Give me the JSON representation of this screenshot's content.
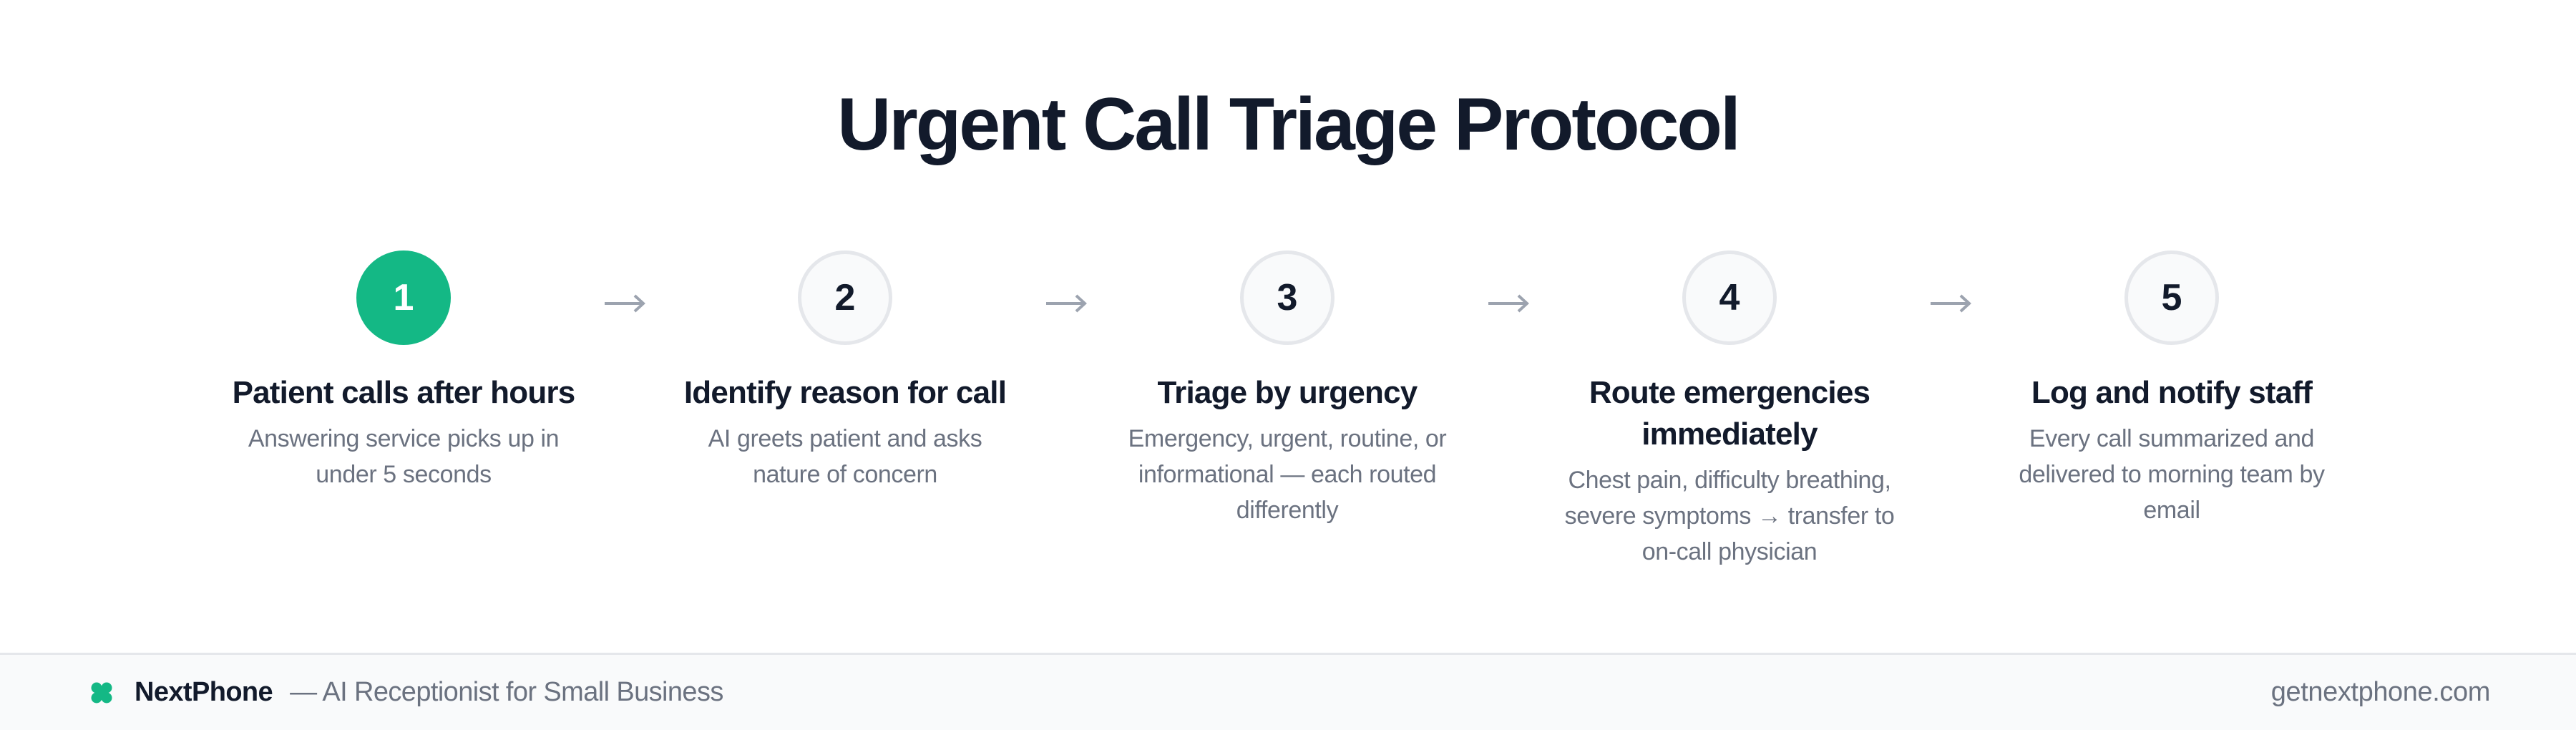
{
  "title": "Urgent Call Triage Protocol",
  "colors": {
    "accent": "#14b885",
    "heading": "#121a2b",
    "muted": "#6b7280",
    "arrow": "#9ca3af",
    "circle_bg": "#f9fafb",
    "circle_border": "#e5e7eb",
    "footer_bg": "#f9fafb"
  },
  "arrow_icon": "right-arrow-icon",
  "steps": [
    {
      "number": "1",
      "active": true,
      "heading": [
        "Patient calls after hours"
      ],
      "description": [
        "Answering service picks up in",
        "under 5 seconds"
      ]
    },
    {
      "number": "2",
      "active": false,
      "heading": [
        "Identify reason for call"
      ],
      "description": [
        "AI greets patient and asks",
        "nature of concern"
      ]
    },
    {
      "number": "3",
      "active": false,
      "heading": [
        "Triage by urgency"
      ],
      "description": [
        "Emergency, urgent, routine, or",
        "informational — each routed",
        "differently"
      ]
    },
    {
      "number": "4",
      "active": false,
      "heading": [
        "Route emergencies",
        "immediately"
      ],
      "description": [
        "Chest pain, difficulty breathing,",
        "severe symptoms → transfer to",
        "on-call physician"
      ]
    },
    {
      "number": "5",
      "active": false,
      "heading": [
        "Log and notify staff"
      ],
      "description": [
        "Every call summarized and",
        "delivered to morning team by",
        "email"
      ]
    }
  ],
  "footer": {
    "logo_icon": "clover-logo-icon",
    "brand": "NextPhone",
    "tagline": "— AI Receptionist for Small Business",
    "url": "getnextphone.com"
  }
}
